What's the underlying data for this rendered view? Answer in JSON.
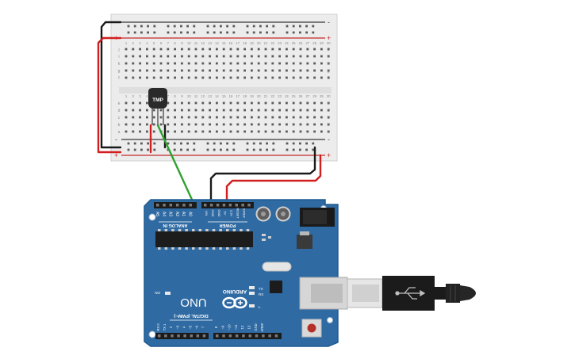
{
  "breadboard": {
    "column_numbers": [
      "1",
      "2",
      "3",
      "4",
      "5",
      "6",
      "7",
      "8",
      "9",
      "10",
      "11",
      "12",
      "13",
      "14",
      "15",
      "16",
      "17",
      "18",
      "19",
      "20",
      "21",
      "22",
      "23",
      "24",
      "25",
      "26",
      "27",
      "28",
      "29",
      "30"
    ],
    "top_row_letters": [
      "j",
      "i",
      "h",
      "g",
      "f"
    ],
    "bottom_row_letters": [
      "e",
      "d",
      "c",
      "b",
      "a"
    ],
    "rail_minus": "-",
    "rail_plus": "+"
  },
  "sensor": {
    "label": "TMP"
  },
  "arduino": {
    "logo_text": "ARDUINO",
    "model": "UNO",
    "on_label": "ON",
    "analog_header_label": "ANALOG IN",
    "power_header_label": "POWER",
    "digital_label": "DIGITAL (PWM~)",
    "analog_pins": [
      "A5",
      "A4",
      "A3",
      "A2",
      "A1",
      "A0"
    ],
    "power_pins": [
      "VIN",
      "GND",
      "GND",
      "5V",
      "3.3V",
      "RESET",
      "IOREF"
    ],
    "led_labels": [
      "TX",
      "RX",
      "L"
    ],
    "digital_pins_left": [
      "RX 0",
      "TX 1",
      "2",
      "~3",
      "4",
      "~5",
      "~6",
      "7"
    ],
    "digital_pins_right": [
      "8",
      "~9",
      "~10",
      "~11",
      "12",
      "13",
      "GND",
      "AREF"
    ]
  },
  "colors": {
    "board_blue": "#2f6aa3",
    "board_edge": "#1f5a92",
    "wire_red": "#d11f1f",
    "wire_black": "#1a1a1a",
    "wire_green": "#2fa12f",
    "breadboard": "#ebebeb"
  }
}
